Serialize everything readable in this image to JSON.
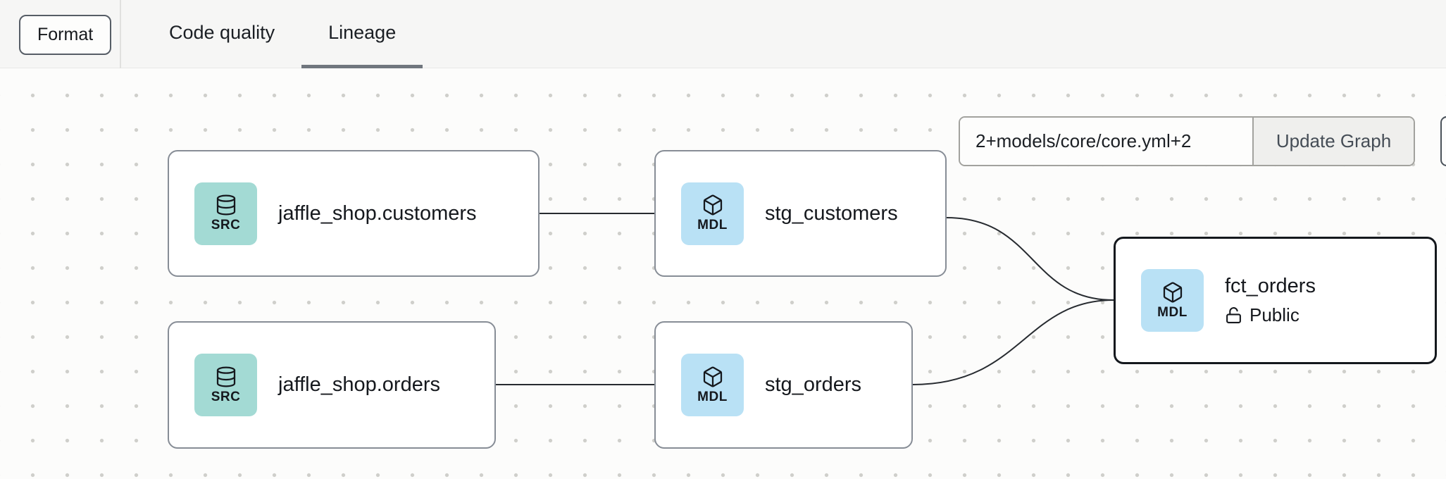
{
  "topbar": {
    "format_button": "Format",
    "tabs": [
      {
        "label": "Code quality",
        "active": false
      },
      {
        "label": "Lineage",
        "active": true
      }
    ]
  },
  "controls": {
    "selector_value": "2+models/core/core.yml+2",
    "update_button": "Update Graph"
  },
  "graph": {
    "nodes": [
      {
        "label": "jaffle_shop.customers",
        "badge": "SRC",
        "kind": "source",
        "selected": false
      },
      {
        "label": "stg_customers",
        "badge": "MDL",
        "kind": "model",
        "selected": false
      },
      {
        "label": "jaffle_shop.orders",
        "badge": "SRC",
        "kind": "source",
        "selected": false
      },
      {
        "label": "stg_orders",
        "badge": "MDL",
        "kind": "model",
        "selected": false
      },
      {
        "label": "fct_orders",
        "badge": "MDL",
        "kind": "model",
        "access": "Public",
        "selected": true
      }
    ],
    "edges": [
      {
        "from": "jaffle_shop.customers",
        "to": "stg_customers"
      },
      {
        "from": "jaffle_shop.orders",
        "to": "stg_orders"
      },
      {
        "from": "stg_customers",
        "to": "fct_orders"
      },
      {
        "from": "stg_orders",
        "to": "fct_orders"
      }
    ]
  },
  "colors": {
    "src_badge_bg": "#a3dad4",
    "mdl_badge_bg": "#b9e1f5",
    "node_border": "#878d96",
    "selected_node_border": "#14181d",
    "tab_underline": "#70767e",
    "topbar_bg": "#f6f6f5"
  }
}
